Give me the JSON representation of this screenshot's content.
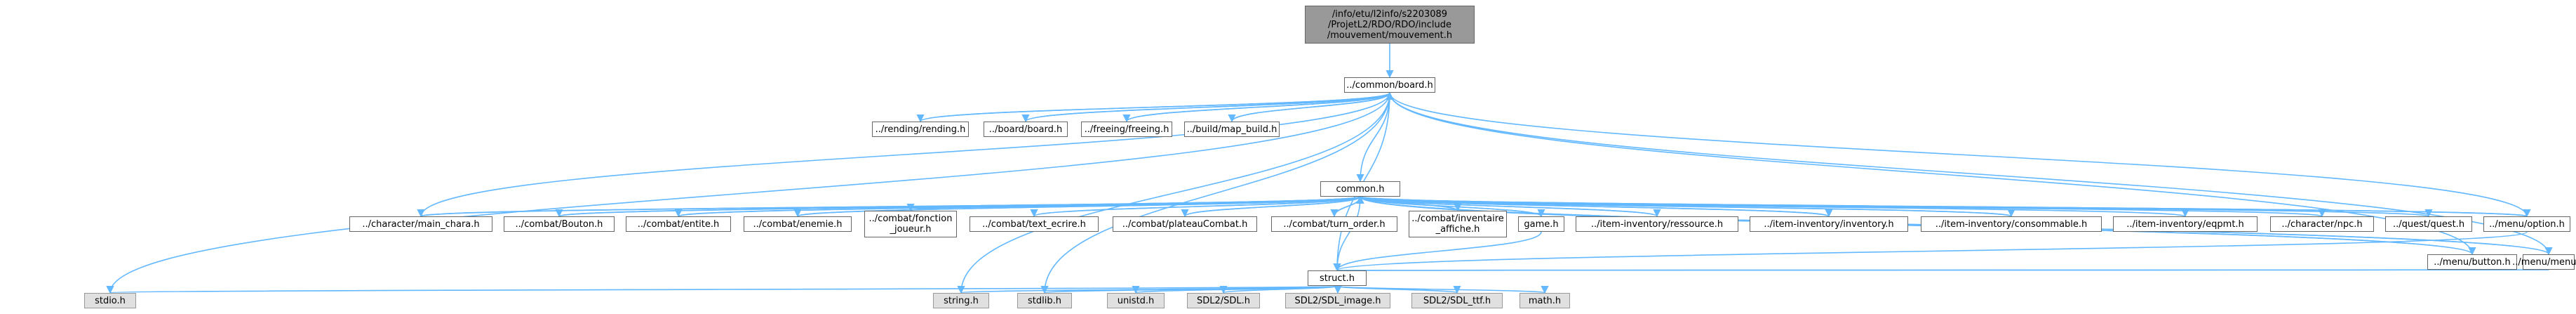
{
  "colors": {
    "edge": "#63b8ff",
    "node_border": "#666666",
    "system_fill": "#e0e0e0",
    "root_fill": "#999999"
  },
  "nodes": {
    "root": "/info/etu/l2info/s2203089\n/ProjetL2/RDO/RDO/include\n/mouvement/mouvement.h",
    "board": "../common/board.h",
    "rending": "../rending/rending.h",
    "board_board": "../board/board.h",
    "freeing": "../freeing/freeing.h",
    "map_build": "../build/map_build.h",
    "common": "common.h",
    "main_chara": "../character/main_chara.h",
    "bouton": "../combat/Bouton.h",
    "entite": "../combat/entite.h",
    "enemie": "../combat/enemie.h",
    "fonction_joueur": "../combat/fonction\n_joueur.h",
    "text_ecrire": "../combat/text_ecrire.h",
    "plateau_combat": "../combat/plateauCombat.h",
    "turn_order": "../combat/turn_order.h",
    "inventaire_affiche": "../combat/inventaire\n_affiche.h",
    "game": "game.h",
    "ressource": "../item-inventory/ressource.h",
    "inventory": "../item-inventory/inventory.h",
    "consommable": "../item-inventory/consommable.h",
    "eqpmt": "../item-inventory/eqpmt.h",
    "npc": "../character/npc.h",
    "quest": "../quest/quest.h",
    "option": "../menu/option.h",
    "button": "../menu/button.h",
    "menu": "../menu/menu.h",
    "struct": "struct.h",
    "stdio": "stdio.h",
    "string": "string.h",
    "stdlib": "stdlib.h",
    "unistd": "unistd.h",
    "sdl": "SDL2/SDL.h",
    "sdl_image": "SDL2/SDL_image.h",
    "sdl_ttf": "SDL2/SDL_ttf.h",
    "math": "math.h"
  }
}
